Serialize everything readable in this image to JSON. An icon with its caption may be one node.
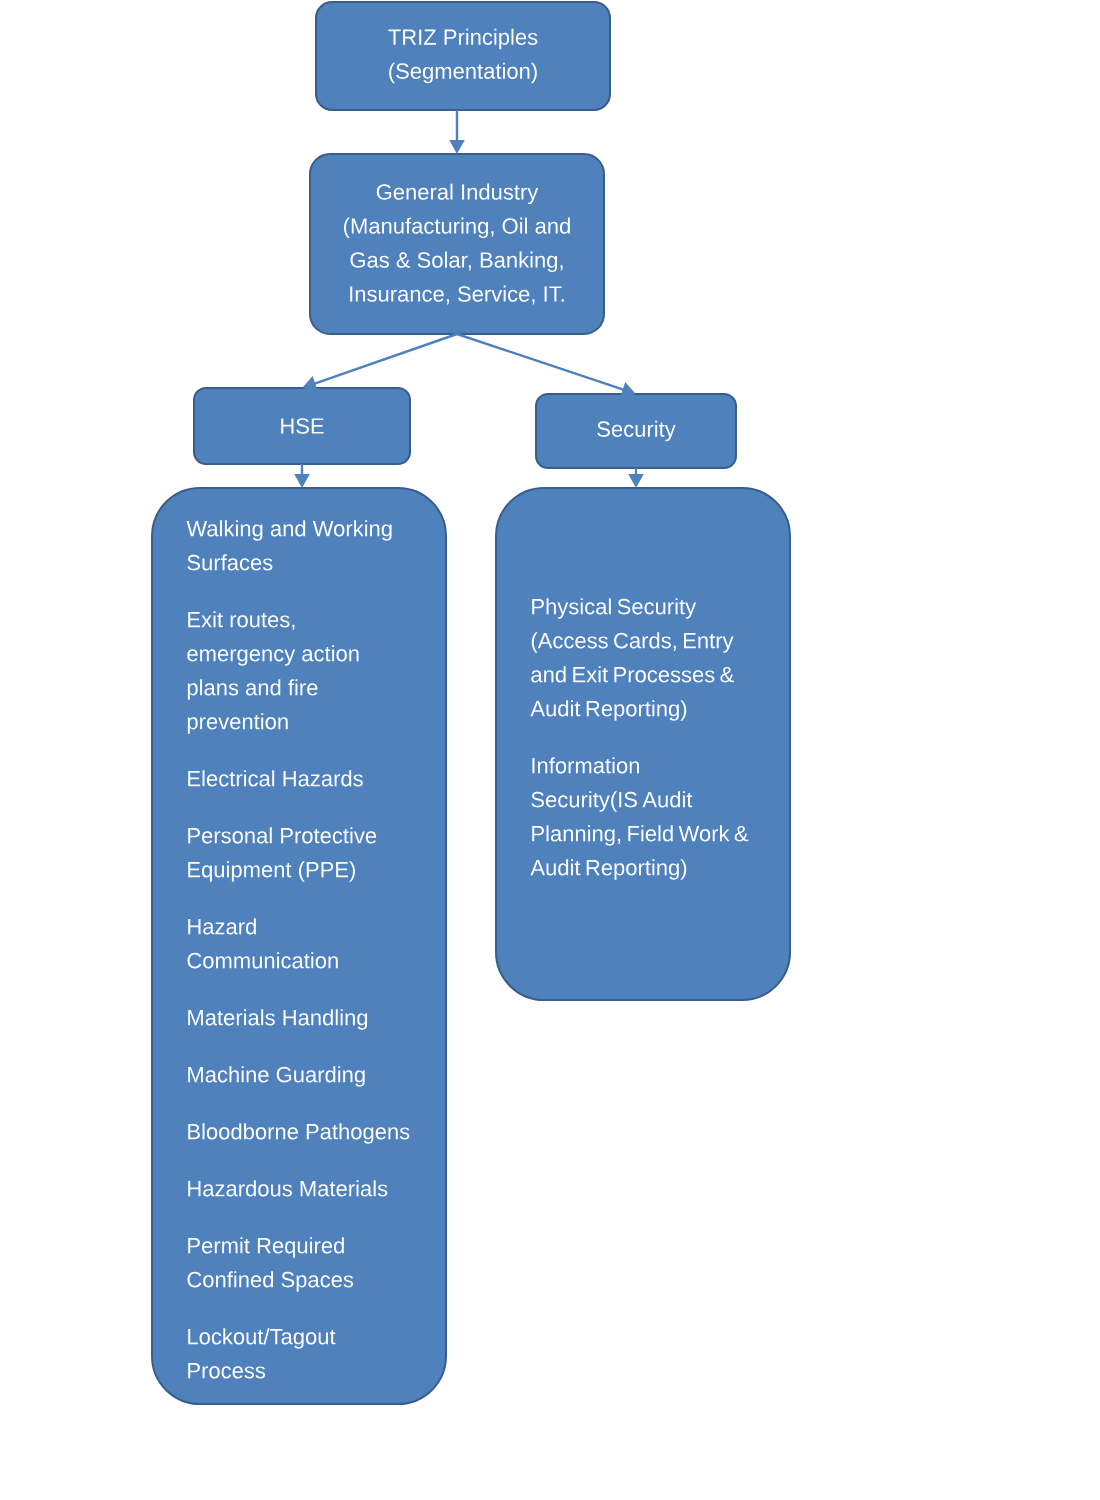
{
  "diagram": {
    "nodes": [
      {
        "text": [
          "TRIZ Principles (Segmentation)"
        ]
      },
      {
        "text": [
          "General Industry (Manufacturing, Oil and Gas & Solar, Banking, Insurance, Service, IT."
        ]
      },
      {
        "text": [
          "HSE"
        ]
      },
      {
        "text": [
          "Security"
        ]
      },
      {
        "text": [
          "Walking and Working Surfaces",
          "Exit routes, emergency action plans and fire prevention",
          "Electrical Hazards",
          "Personal Protective Equipment (PPE)",
          "Hazard Communication",
          "Materials Handling",
          "Machine Guarding",
          "Bloodborne Pathogens",
          "Hazardous Materials",
          "Permit Required Confined Spaces",
          "Lockout/Tagout Process"
        ]
      },
      {
        "text": [
          "Physical Security (Access Cards, Entry and Exit Processes & Audit Reporting)",
          "Information Security(IS Audit Planning, Field Work & Audit Reporting)"
        ]
      }
    ],
    "edges": [
      {
        "from": 0,
        "to": 1,
        "arrow": "to"
      },
      {
        "from": 1,
        "to": 2,
        "arrow": "to"
      },
      {
        "from": 1,
        "to": 3,
        "arrow": "to"
      },
      {
        "from": 2,
        "to": 4,
        "arrow": "to"
      },
      {
        "from": 3,
        "to": 5,
        "arrow": "to"
      }
    ]
  }
}
